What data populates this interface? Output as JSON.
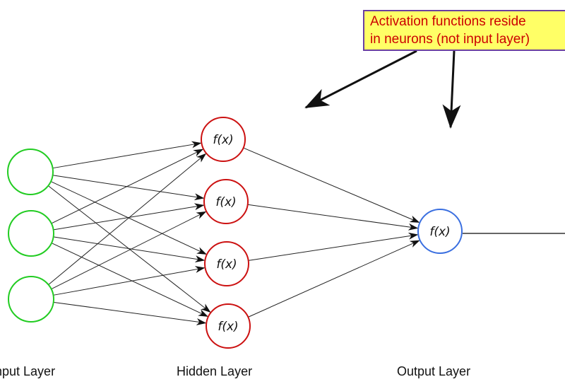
{
  "callout": {
    "lines": [
      "Activation functions reside",
      "in neurons (not input layer)"
    ],
    "bg_color": "#ffff66",
    "text_color": "#cc0000",
    "border_color": "#6a3fa0"
  },
  "layers": {
    "input": {
      "label": "Input Layer",
      "node_count": 3,
      "color": "#22cc22"
    },
    "hidden": {
      "label": "Hidden Layer",
      "node_count": 4,
      "node_text": "f(x)",
      "color": "#cc1111"
    },
    "output": {
      "label": "Output Layer",
      "node_count": 1,
      "node_text": "f(x)",
      "color": "#3a6fe0"
    }
  },
  "connections": "fully-connected"
}
